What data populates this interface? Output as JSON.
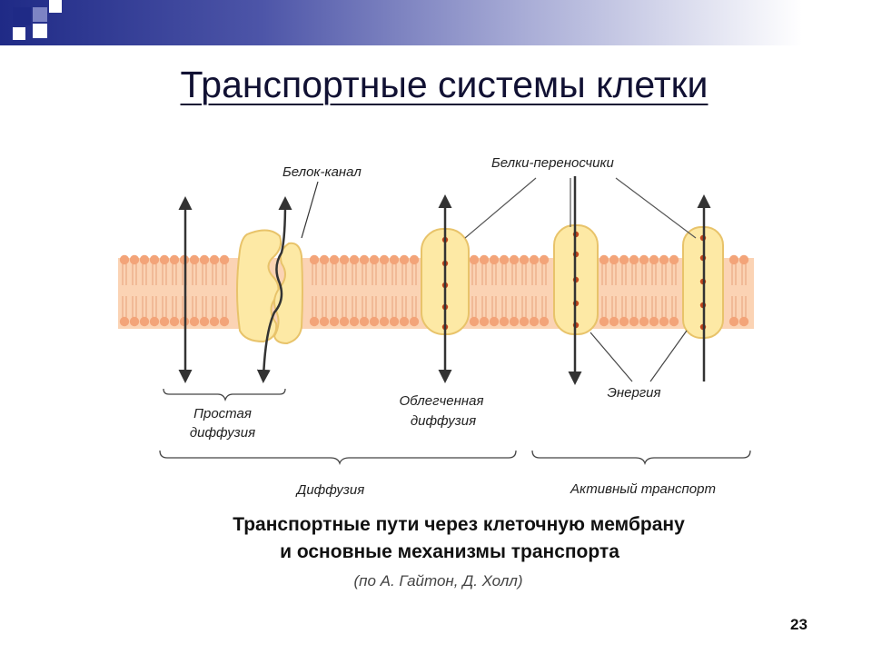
{
  "slide": {
    "title": "Транспортные системы клетки",
    "page_number": "23",
    "accent_color": "#1f2a86"
  },
  "diagram": {
    "labels": {
      "channel_protein": "Белок-канал",
      "carrier_proteins": "Белки-переносчики",
      "simple_diffusion_line1": "Простая",
      "simple_diffusion_line2": "диффузия",
      "facilitated_diffusion_line1": "Облегченная",
      "facilitated_diffusion_line2": "диффузия",
      "energy": "Энергия",
      "diffusion": "Диффузия",
      "active_transport": "Активный транспорт"
    },
    "colors": {
      "membrane_band": "#fbd3b4",
      "phospholipid_head": "#f3a479",
      "protein_fill": "#fde9a5",
      "protein_stroke": "#e8c36a",
      "binding_site": "#c2461d",
      "arrow": "#333333"
    }
  },
  "caption": {
    "line1": "Транспортные пути через клеточную мембрану",
    "line2": "и основные механизмы транспорта",
    "source": "(по А. Гайтон, Д. Холл)"
  }
}
